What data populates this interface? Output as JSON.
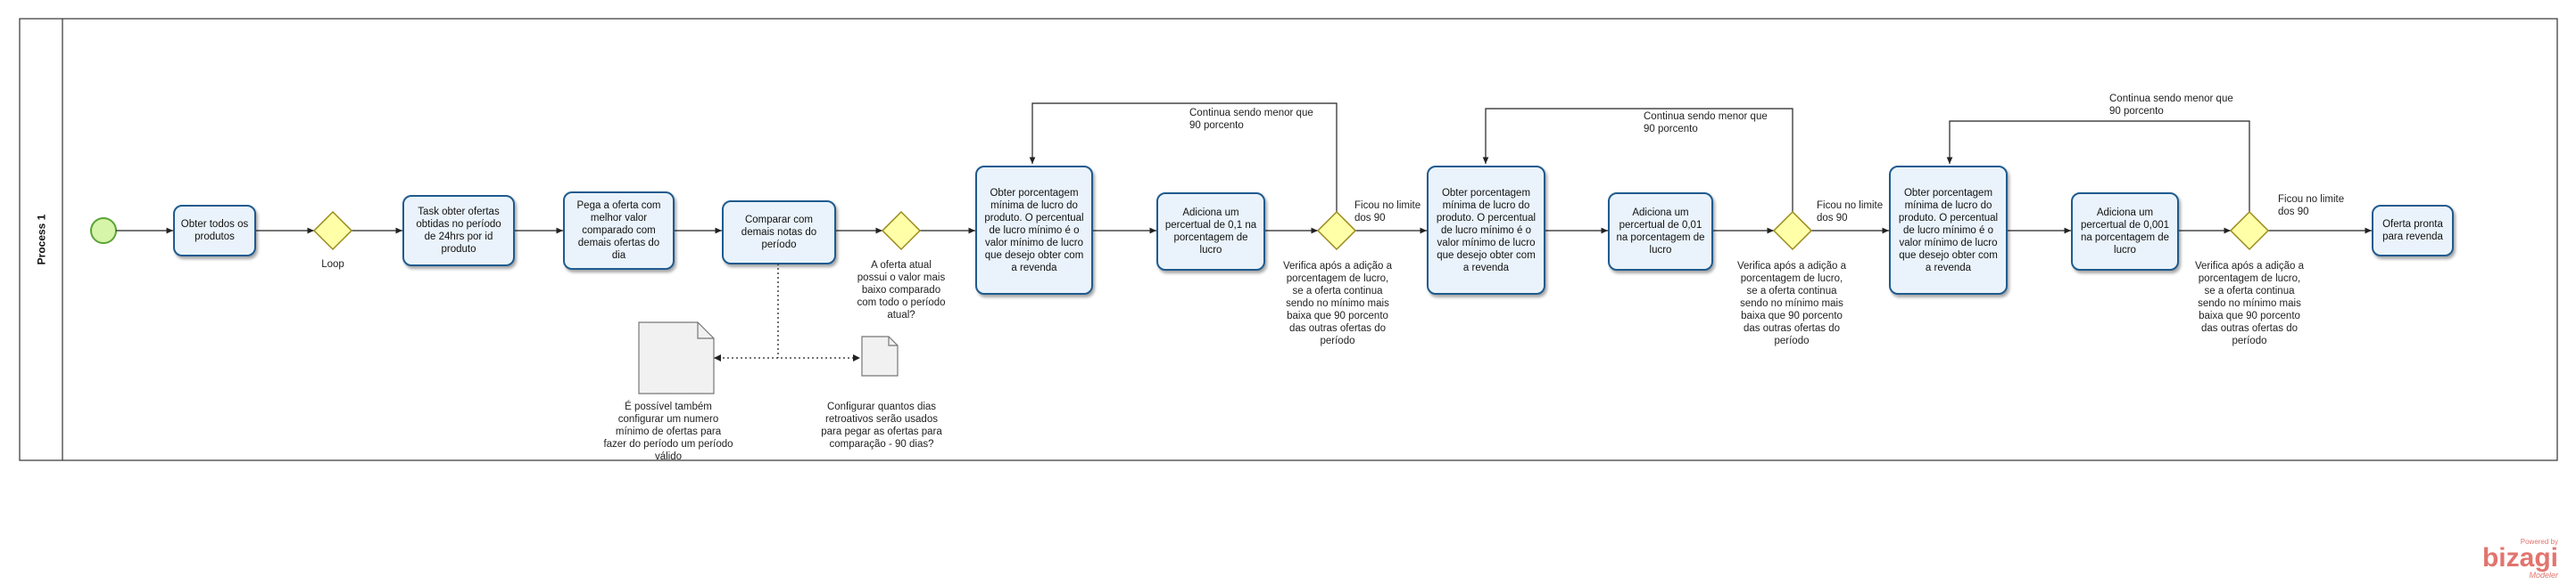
{
  "pool": {
    "label": "Process 1"
  },
  "tasks": {
    "t1": "Obter todos os produtos",
    "t2": "Task obter ofertas obtidas no período de 24hrs por id produto",
    "t3": "Pega a oferta com melhor valor comparado com demais ofertas do dia",
    "t4": "Comparar  com demais notas do período",
    "t5": "Obter porcentagem mínima de lucro do produto. O percentual de lucro mínimo é o valor mínimo de lucro que desejo obter com a revenda",
    "t6": "Adiciona um percertual de 0,1 na porcentagem de lucro",
    "t7": "Obter porcentagem mínima de lucro do produto. O percentual de lucro mínimo é o valor mínimo de lucro que desejo obter com a revenda",
    "t8": "Adiciona um percertual de 0,01 na porcentagem de lucro",
    "t9": "Obter porcentagem mínima de lucro do produto. O percentual de lucro mínimo é o valor mínimo de lucro que desejo obter com a revenda",
    "t10": "Adiciona um percertual de 0,001 na porcentagem de lucro",
    "t11": "Oferta pronta para revenda"
  },
  "labels": {
    "loop": "Loop",
    "gw2": "A oferta atual possui o valor mais baixo comparado com todo o período atual?",
    "gw3_below": "Verifica após a adição a porcentagem de lucro, se a oferta continua sendo no mínimo mais baixa que 90 porcento das outras ofertas do período",
    "gw3_right": "Ficou no limite dos 90",
    "gw3_loop": "Continua sendo menor que 90 porcento",
    "gw4_below": "Verifica após a adição a porcentagem de lucro, se a oferta continua sendo no mínimo mais baixa que 90 porcento das outras ofertas do período",
    "gw4_right": "Ficou no limite dos 90",
    "gw4_loop": "Continua sendo menor que 90 porcento",
    "gw5_below": "Verifica após a adição a porcentagem de lucro, se a oferta continua sendo no mínimo mais baixa que 90 porcento das outras ofertas do período",
    "gw5_right": "Ficou no limite dos 90",
    "gw5_loop": "Continua sendo menor que 90 porcento"
  },
  "annotations": {
    "a1": "É possível também configurar um numero mínimo de ofertas para fazer do período um período válido",
    "a2": "Configurar quantos dias retroativos serão usados para pegar as ofertas para comparação - 90 dias?"
  },
  "branding": {
    "powered": "Powered by",
    "name": "bizagi",
    "sub": "Modeler"
  },
  "colors": {
    "task_fill": "#eaf3fb",
    "task_border": "#1f5b8f",
    "gateway_fill": "#ffffa8",
    "start_fill": "#d6f5a8",
    "start_border": "#5ca338"
  }
}
